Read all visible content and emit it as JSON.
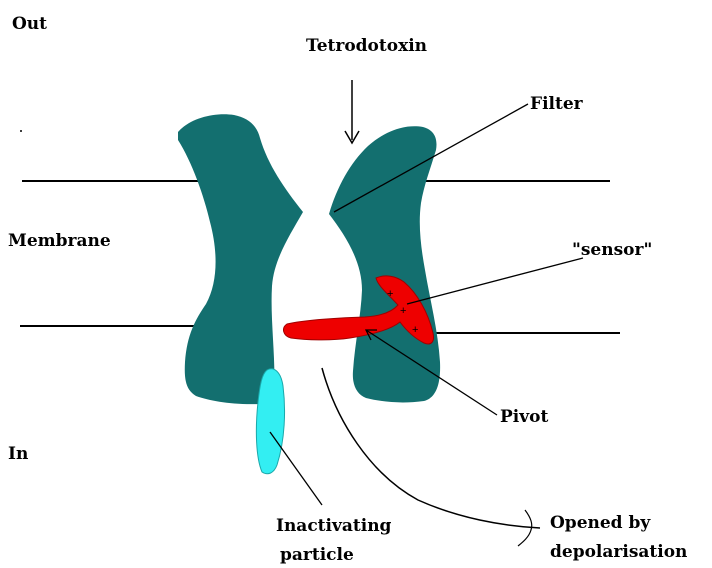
{
  "labels": {
    "out": "Out",
    "in": "In",
    "membrane": "Membrane",
    "tetrodotoxin": "Tetrodotoxin",
    "filter": "Filter",
    "sensor": "\"sensor\"",
    "pivot": "Pivot",
    "inactivating_line1": "Inactivating",
    "inactivating_line2": "particle",
    "opened_line1": "Opened by",
    "opened_line2": "depolarisation"
  },
  "sensor_charges": [
    "+",
    "+",
    "+"
  ],
  "colors": {
    "channel_protein": "#136f6f",
    "sensor": "#ee0000",
    "inactivating_particle": "#33eef2",
    "lines": "#000000",
    "background": "#ffffff"
  }
}
